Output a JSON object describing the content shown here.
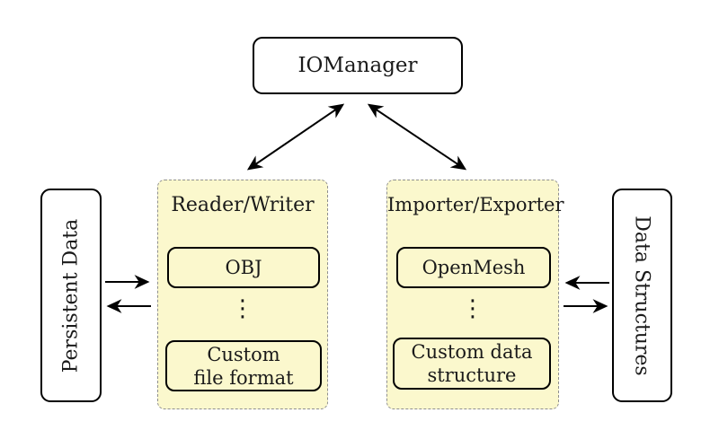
{
  "diagram": {
    "nodes": {
      "iomanager": "IOManager",
      "persistent_data": "Persistent Data",
      "data_structures": "Data Structures",
      "reader_writer": {
        "label": "Reader/Writer",
        "item_top": "OBJ",
        "dots": "⋮",
        "item_bottom_line1": "Custom",
        "item_bottom_line2": "file format"
      },
      "importer_exporter": {
        "label": "Importer/Exporter",
        "item_top": "OpenMesh",
        "dots": "⋮",
        "item_bottom_line1": "Custom data",
        "item_bottom_line2": "structure"
      }
    },
    "arrows": [
      "iomanager <-> reader-writer (double-headed diagonal)",
      "iomanager <-> importer-exporter (double-headed diagonal)",
      "persistent-data -> reader-writer",
      "reader-writer -> persistent-data",
      "data-structures -> importer-exporter",
      "importer-exporter -> data-structures"
    ]
  },
  "colors": {
    "container_fill": "#fbf8cd",
    "container_border": "#8f8f8f",
    "node_border": "#000000",
    "node_fill": "#ffffff",
    "arrow_color": "#000000",
    "background": "#ffffff"
  }
}
